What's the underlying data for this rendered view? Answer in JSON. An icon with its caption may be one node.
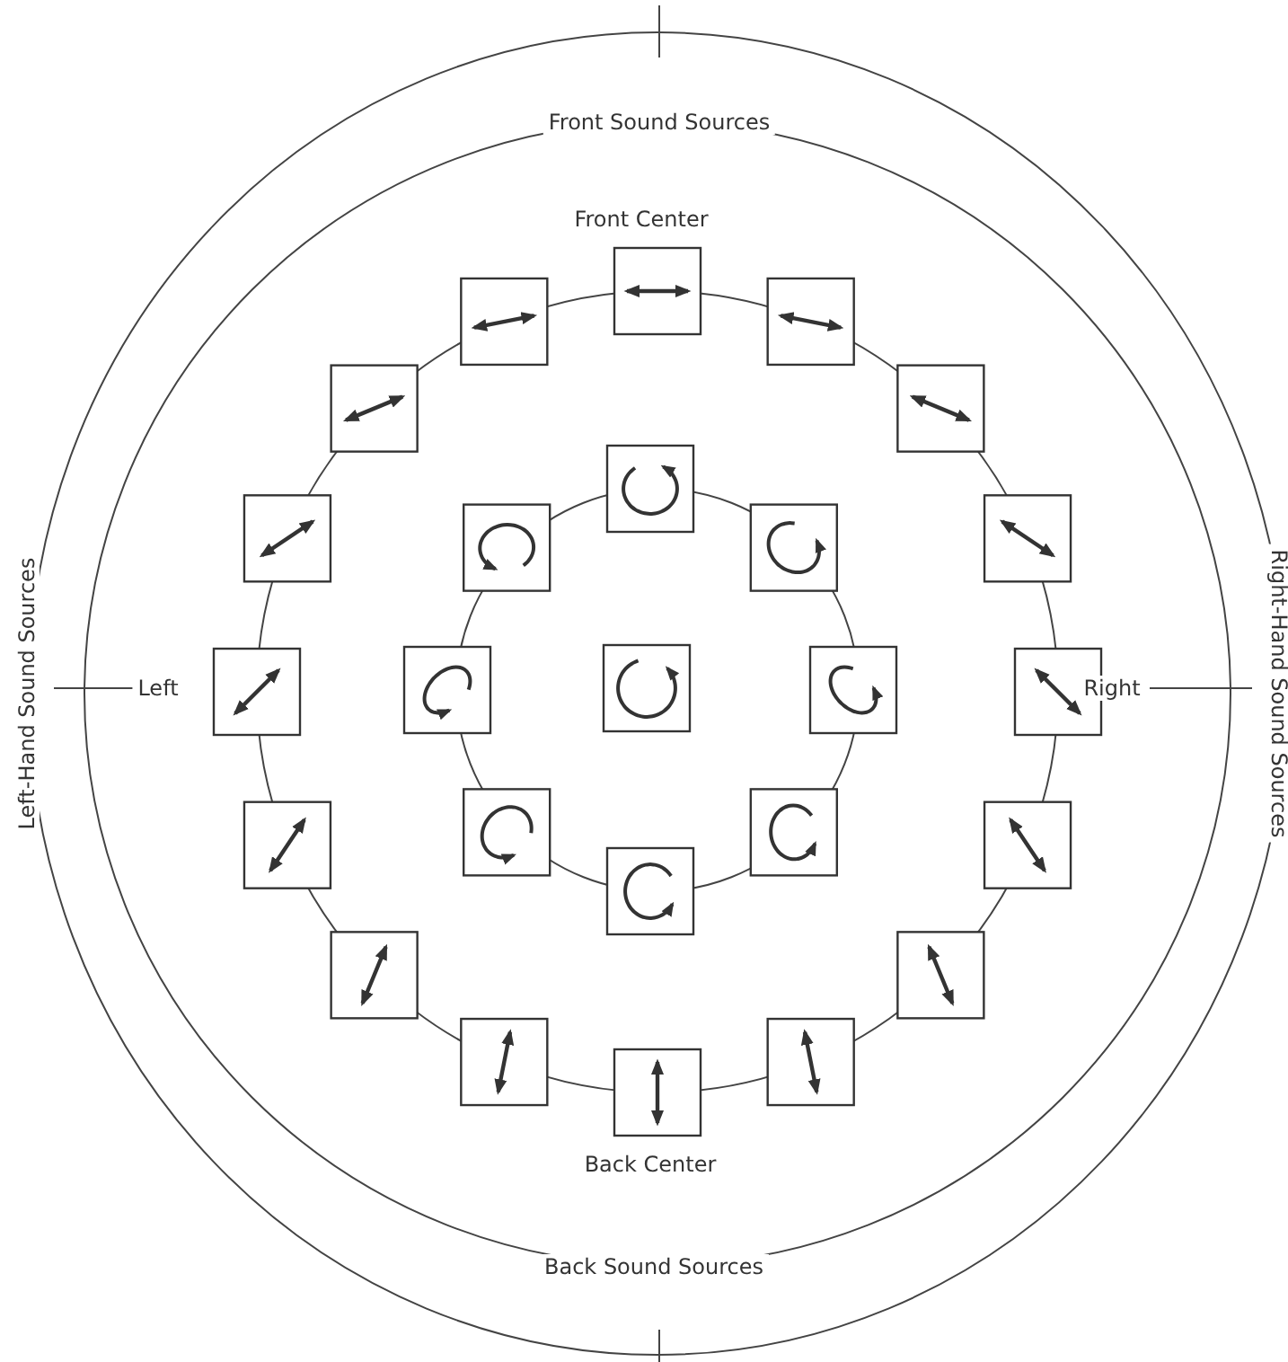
{
  "diagram": {
    "labels": [
      "Front Sound Sources",
      "Front Center",
      "Left-Hand Sound Sources",
      "Left",
      "Right",
      "Right-Hand Sound Sources",
      "Back Center",
      "Back Sound Sources"
    ]
  }
}
